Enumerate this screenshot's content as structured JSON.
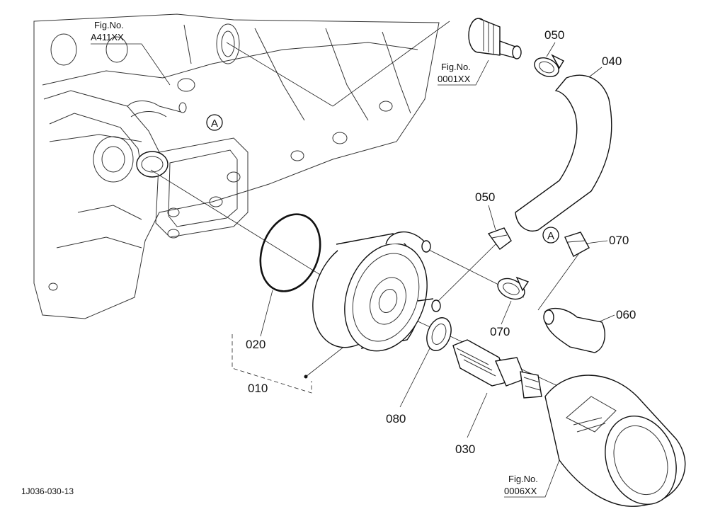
{
  "diagram": {
    "fig_refs": [
      {
        "line1": "Fig.No.",
        "line2": "A411XX"
      },
      {
        "line1": "Fig.No.",
        "line2": "0001XX"
      },
      {
        "line1": "Fig.No.",
        "line2": "0006XX"
      }
    ],
    "part_labels": [
      "050",
      "040",
      "050",
      "070",
      "070",
      "060",
      "020",
      "010",
      "080",
      "030"
    ],
    "view_markers": [
      "A",
      "A"
    ],
    "drawing_ref": "1J036-030-13"
  }
}
